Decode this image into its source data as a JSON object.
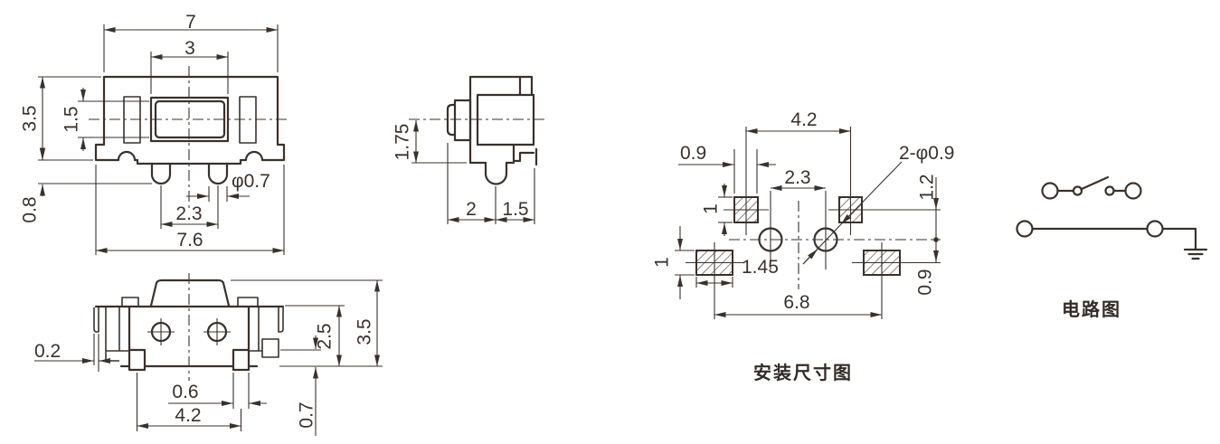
{
  "drawing": {
    "front_view": {
      "dims": {
        "top_width": "7",
        "actuator_width": "3",
        "body_height": "3.5",
        "actuator_height": "1.5",
        "pin_length": "0.8",
        "pin_diameter": "φ0.7",
        "pin_pitch": "2.3",
        "base_width": "7.6"
      }
    },
    "side_view": {
      "dims": {
        "center_height": "1.75",
        "front_depth": "2",
        "rear_depth": "1.5"
      }
    },
    "top_view": {
      "dims": {
        "cover_gap": "0.2",
        "lug_width": "0.6",
        "lug_pitch": "4.2",
        "body_height": "2.5",
        "overall_height": "3.5",
        "lug_drop": "0.7"
      }
    },
    "mounting_view": {
      "caption": "安装尺寸图",
      "dims": {
        "pad_pitch_top": "4.2",
        "pad_width_top": "0.9",
        "hole_pitch": "2.3",
        "hole_callout": "2-φ0.9",
        "top_offset": "1.2",
        "pad_height_top": "1",
        "pad_height_bottom": "1",
        "pad_width_bottom": "1.45",
        "bottom_offset": "0.9",
        "pad_span": "6.8"
      }
    },
    "circuit_view": {
      "caption": "电路图"
    }
  }
}
